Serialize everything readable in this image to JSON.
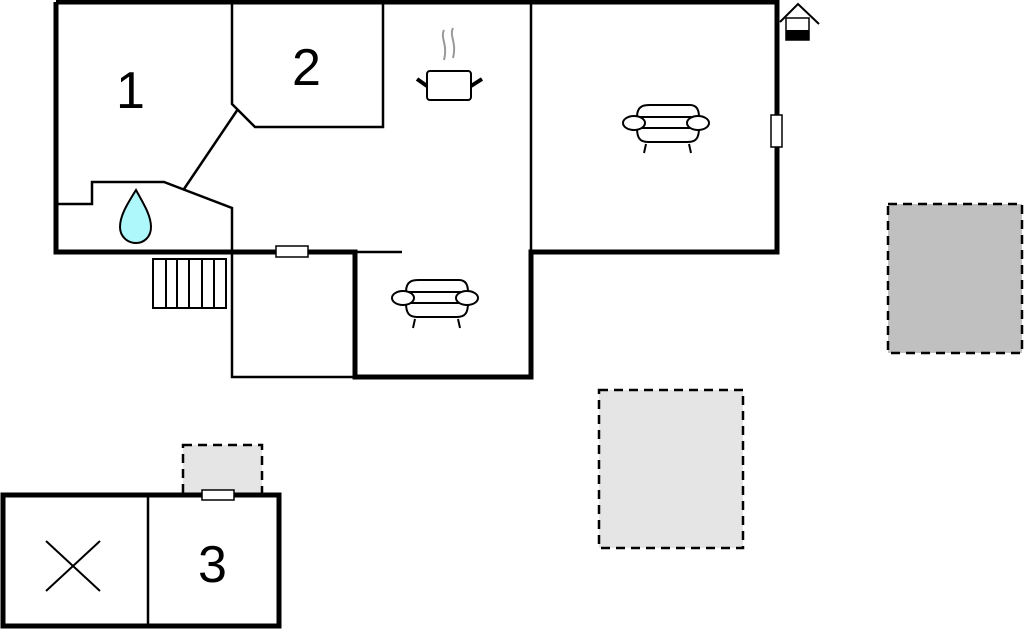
{
  "floorplan": {
    "rooms": [
      {
        "id": "room-1",
        "label": "1"
      },
      {
        "id": "room-2",
        "label": "2"
      },
      {
        "id": "room-3",
        "label": "3"
      }
    ],
    "icons": {
      "kitchen": "cooking-pot-icon",
      "living_main": "armchair-icon",
      "living_lower": "armchair-icon",
      "bathroom": "water-drop-icon",
      "stairs": "stairs-icon",
      "exterior": "house-well-icon",
      "storage": "cross-icon"
    },
    "colors": {
      "wall": "#000000",
      "water": "#aef7fb",
      "terrace_dark": "#c0c0c0",
      "terrace_light": "#e5e5e5",
      "steam": "#999999"
    }
  }
}
